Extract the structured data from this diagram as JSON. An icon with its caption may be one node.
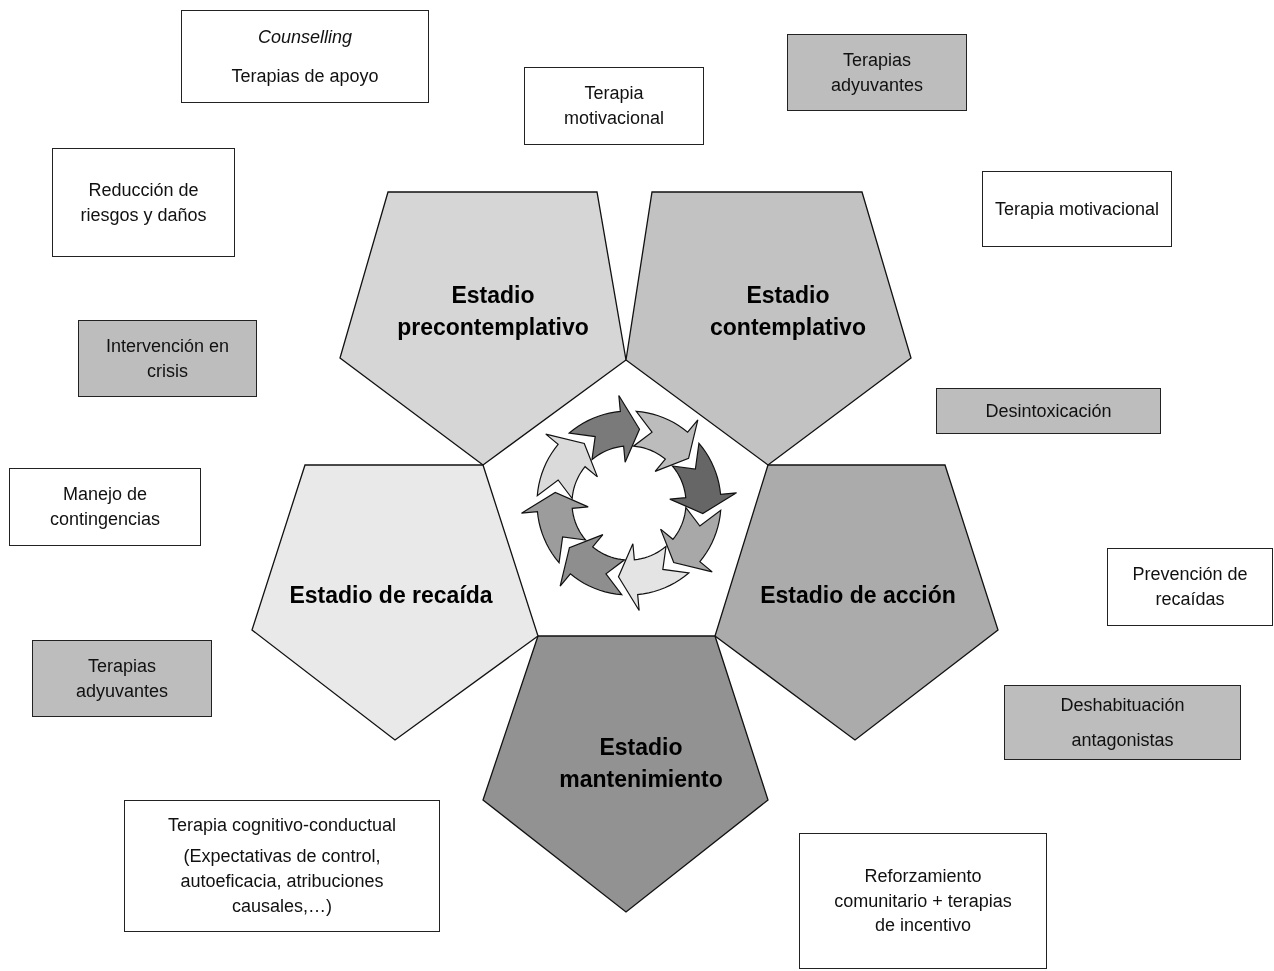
{
  "diagram": {
    "nodes": [
      {
        "text": [
          "Estadio precontemplativo"
        ]
      },
      {
        "text": [
          "Estadio contemplativo"
        ]
      },
      {
        "text": [
          "Estadio de acción"
        ]
      },
      {
        "text": [
          "Estadio mantenimiento"
        ]
      },
      {
        "text": [
          "Estadio de recaída"
        ]
      },
      {
        "text": [
          "*Counselling*",
          "Terapias de apoyo"
        ]
      },
      {
        "text": [
          "Terapia motivacional"
        ]
      },
      {
        "text": [
          "Terapias adyuvantes"
        ]
      },
      {
        "text": [
          "Reducción de riesgos y daños"
        ]
      },
      {
        "text": [
          "Terapia motivacional"
        ]
      },
      {
        "text": [
          "Intervención en crisis"
        ]
      },
      {
        "text": [
          "Desintoxicación"
        ]
      },
      {
        "text": [
          "Manejo de contingencias"
        ]
      },
      {
        "text": [
          "Prevención de recaídas"
        ]
      },
      {
        "text": [
          "Terapias adyuvantes"
        ]
      },
      {
        "text": [
          "Deshabituación",
          "antagonistas"
        ]
      },
      {
        "text": [
          "Terapia cognitivo-conductual",
          "(Expectativas de control, autoeficacia, atribuciones causales,…)"
        ]
      },
      {
        "text": [
          "Reforzamiento comunitario + terapias de incentivo"
        ]
      }
    ]
  }
}
